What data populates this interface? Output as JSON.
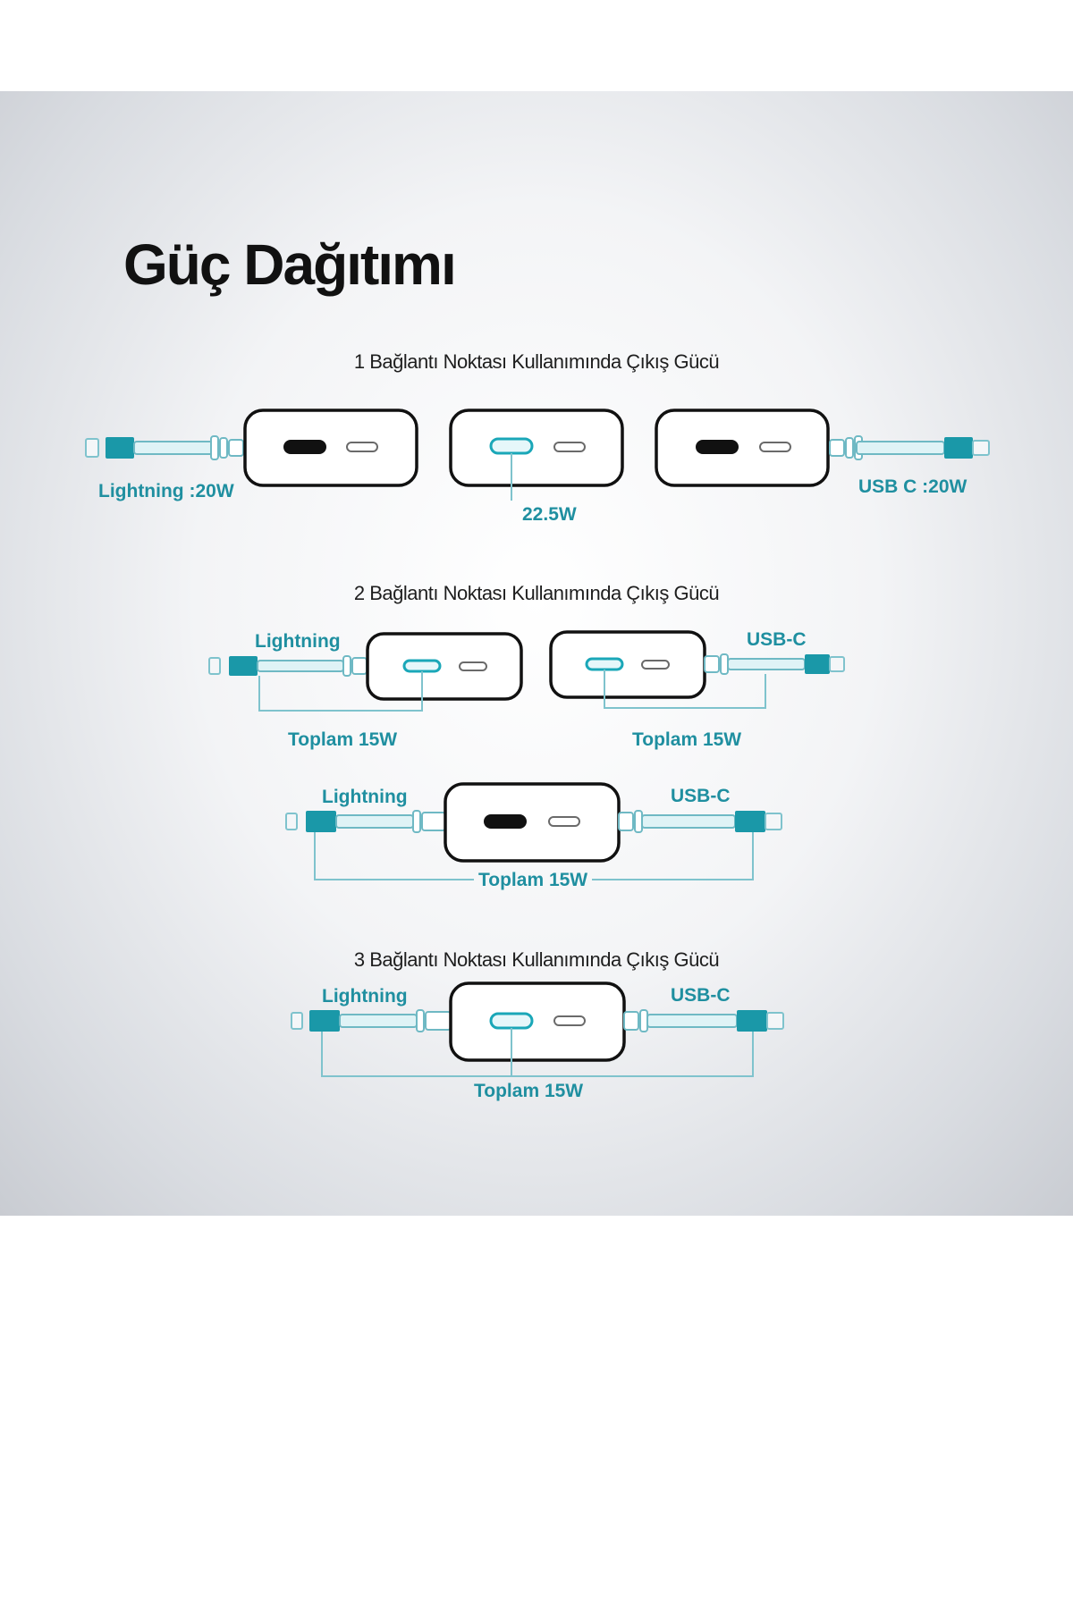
{
  "title": "Güç Dağıtımı",
  "colors": {
    "accent": "#1a98a8",
    "label": "#1f8fa0",
    "outline": "#111111",
    "background": "#e6e8eb"
  },
  "sections": [
    {
      "heading": "1 Bağlantı Noktası Kullanımında Çıkış Gücü",
      "labels": {
        "lightning": "Lightning :20W",
        "usbc_middle": "22.5W",
        "usbc_right": "USB C :20W"
      }
    },
    {
      "heading": "2 Bağlantı Noktası Kullanımında Çıkış Gücü",
      "labels": {
        "a_lightning": "Lightning",
        "a_total": "Toplam 15W",
        "b_usbc": "USB-C",
        "b_total": "Toplam 15W",
        "c_lightning": "Lightning",
        "c_usbc": "USB-C",
        "c_total": "Toplam 15W"
      }
    },
    {
      "heading": "3 Bağlantı Noktası Kullanımında Çıkış Gücü",
      "labels": {
        "lightning": "Lightning",
        "usbc": "USB-C",
        "total": "Toplam 15W"
      }
    }
  ],
  "icons": [
    "power-bank-icon",
    "lightning-cable-icon",
    "usb-c-cable-icon",
    "usb-c-port-icon",
    "usb-a-port-icon"
  ]
}
